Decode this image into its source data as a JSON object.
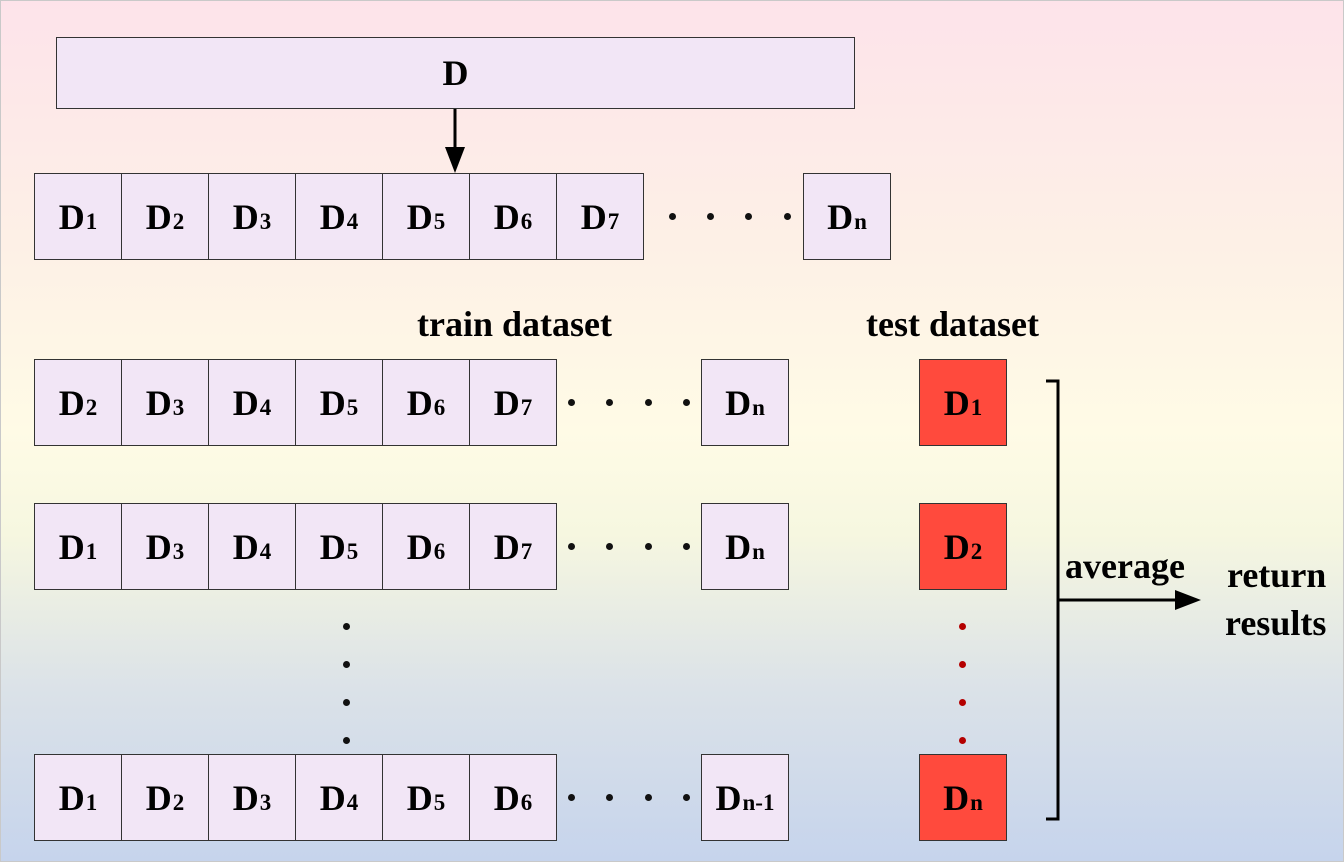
{
  "source": {
    "label": "D"
  },
  "folds_row": {
    "cells": [
      {
        "letter": "D",
        "sub": "1"
      },
      {
        "letter": "D",
        "sub": "2"
      },
      {
        "letter": "D",
        "sub": "3"
      },
      {
        "letter": "D",
        "sub": "4"
      },
      {
        "letter": "D",
        "sub": "5"
      },
      {
        "letter": "D",
        "sub": "6"
      },
      {
        "letter": "D",
        "sub": "7"
      }
    ],
    "last": {
      "letter": "D",
      "sub": "n"
    }
  },
  "labels": {
    "train": "train dataset",
    "test": "test dataset",
    "average": "average",
    "return_line1": "return",
    "return_line2": "results"
  },
  "iterations": [
    {
      "train_cells": [
        {
          "letter": "D",
          "sub": "2"
        },
        {
          "letter": "D",
          "sub": "3"
        },
        {
          "letter": "D",
          "sub": "4"
        },
        {
          "letter": "D",
          "sub": "5"
        },
        {
          "letter": "D",
          "sub": "6"
        },
        {
          "letter": "D",
          "sub": "7"
        }
      ],
      "train_last": {
        "letter": "D",
        "sub": "n"
      },
      "test": {
        "letter": "D",
        "sub": "1"
      }
    },
    {
      "train_cells": [
        {
          "letter": "D",
          "sub": "1"
        },
        {
          "letter": "D",
          "sub": "3"
        },
        {
          "letter": "D",
          "sub": "4"
        },
        {
          "letter": "D",
          "sub": "5"
        },
        {
          "letter": "D",
          "sub": "6"
        },
        {
          "letter": "D",
          "sub": "7"
        }
      ],
      "train_last": {
        "letter": "D",
        "sub": "n"
      },
      "test": {
        "letter": "D",
        "sub": "2"
      }
    },
    {
      "train_cells": [
        {
          "letter": "D",
          "sub": "1"
        },
        {
          "letter": "D",
          "sub": "2"
        },
        {
          "letter": "D",
          "sub": "3"
        },
        {
          "letter": "D",
          "sub": "4"
        },
        {
          "letter": "D",
          "sub": "5"
        },
        {
          "letter": "D",
          "sub": "6"
        }
      ],
      "train_last": {
        "letter": "D",
        "sub": "n-1"
      },
      "test": {
        "letter": "D",
        "sub": "n"
      }
    }
  ],
  "colors": {
    "cell_fill": "#f2e6f6",
    "test_fill": "#ff4a3d",
    "ellipsis_red": "#b40000"
  }
}
